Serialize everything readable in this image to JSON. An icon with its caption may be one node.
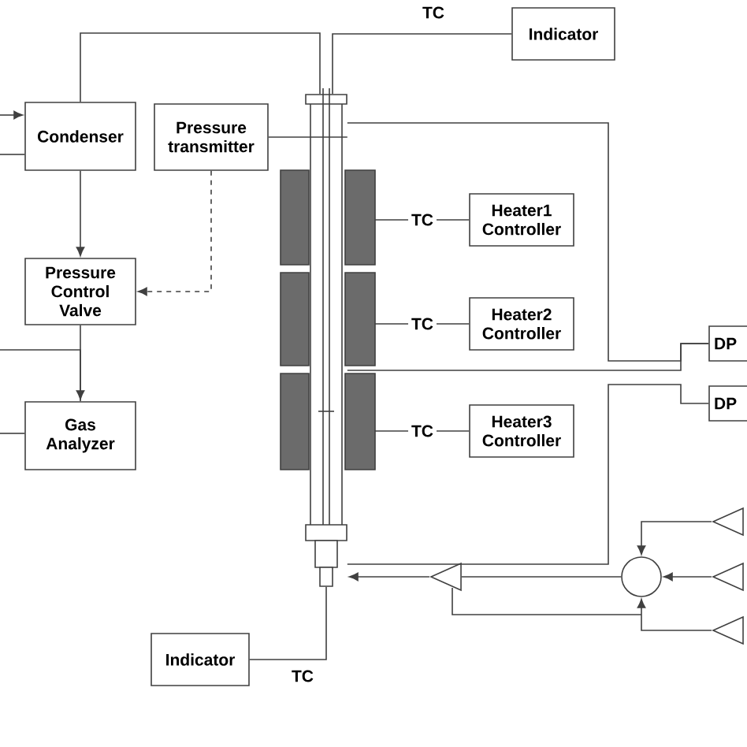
{
  "diagram": {
    "nodes": [
      {
        "text": [
          "Condenser"
        ]
      },
      {
        "text": [
          "Pressure transmitter"
        ]
      },
      {
        "text": [
          "Pressure Control Valve"
        ]
      },
      {
        "text": [
          "Gas Analyzer"
        ]
      },
      {
        "text": [],
        "shape": "tube"
      },
      {
        "text": [
          "Indicator"
        ]
      },
      {
        "text": [
          "Heater1 Controller"
        ]
      },
      {
        "text": [
          "Heater2 Controller"
        ]
      },
      {
        "text": [
          "Heater3 Controller"
        ]
      },
      {
        "text": [
          "DP"
        ]
      },
      {
        "text": [
          "DP"
        ]
      },
      {
        "text": [],
        "shape": "triangle"
      },
      {
        "text": [],
        "shape": "triangle"
      },
      {
        "text": [],
        "shape": "triangle"
      },
      {
        "text": [],
        "shape": "circle"
      },
      {
        "text": [],
        "shape": "triangle"
      },
      {
        "text": [
          "Indicator"
        ]
      }
    ],
    "edges": [
      {
        "from": null,
        "to": 0,
        "arrow": "to"
      },
      {
        "from": null,
        "to": 0,
        "arrow": "none"
      },
      {
        "from": 0,
        "to": 4,
        "arrow": "none"
      },
      {
        "from": 4,
        "to": 5,
        "arrow": "none",
        "label": "TC"
      },
      {
        "from": 1,
        "to": 4,
        "arrow": "none"
      },
      {
        "from": 1,
        "to": 2,
        "arrow": "to",
        "style": "dashed"
      },
      {
        "from": 0,
        "to": 2,
        "arrow": "to"
      },
      {
        "from": 2,
        "to": 3,
        "arrow": "to"
      },
      {
        "from": null,
        "to": 3,
        "arrow": "none"
      },
      {
        "from": null,
        "to": 3,
        "arrow": "none"
      },
      {
        "from": 4,
        "to": 6,
        "arrow": "none",
        "label": "TC"
      },
      {
        "from": 4,
        "to": 7,
        "arrow": "none",
        "label": "TC"
      },
      {
        "from": 4,
        "to": 8,
        "arrow": "none",
        "label": "TC"
      },
      {
        "from": 4,
        "to": 9,
        "arrow": "none"
      },
      {
        "from": 4,
        "to": 9,
        "arrow": "none"
      },
      {
        "from": 4,
        "to": 10,
        "arrow": "none"
      },
      {
        "from": 11,
        "to": 14,
        "arrow": "to"
      },
      {
        "from": 12,
        "to": 14,
        "arrow": "to"
      },
      {
        "from": 13,
        "to": 14,
        "arrow": "to"
      },
      {
        "from": 14,
        "to": 15,
        "arrow": "none"
      },
      {
        "from": 15,
        "to": 4,
        "arrow": "to"
      },
      {
        "from": 15,
        "to": 14,
        "arrow": "to"
      },
      {
        "from": 4,
        "to": 16,
        "arrow": "none",
        "label": "TC"
      }
    ]
  }
}
